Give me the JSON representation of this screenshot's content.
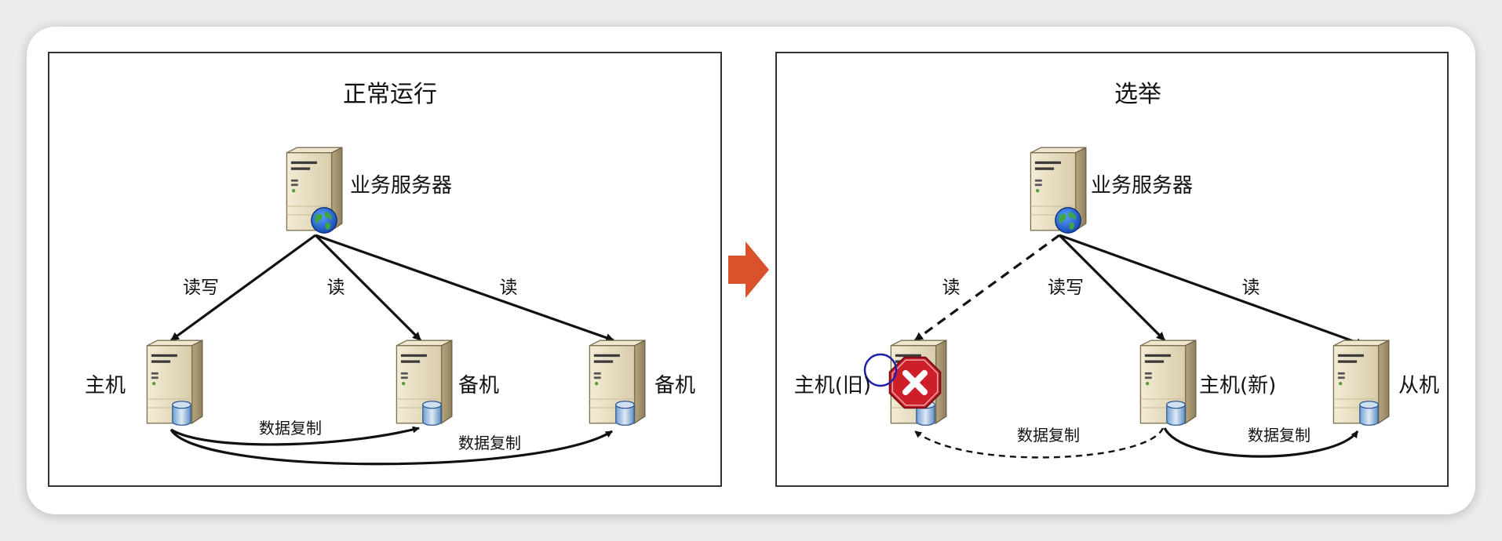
{
  "colors": {
    "arrow": "#111111",
    "transition_arrow": "#d9522b",
    "error_badge": "#cc1f2a",
    "highlight_circle": "#1f1fa8"
  },
  "left_panel": {
    "title": "正常运行",
    "server": {
      "label": "业务服务器",
      "icon": "server-globe-icon"
    },
    "nodes": [
      {
        "label": "主机",
        "icon": "server-db-icon"
      },
      {
        "label": "备机",
        "icon": "server-db-icon"
      },
      {
        "label": "备机",
        "icon": "server-db-icon"
      }
    ],
    "edges": [
      {
        "label": "读写",
        "style": "solid"
      },
      {
        "label": "读",
        "style": "solid"
      },
      {
        "label": "读",
        "style": "solid"
      }
    ],
    "replication": [
      {
        "label": "数据复制",
        "style": "solid"
      },
      {
        "label": "数据复制",
        "style": "solid"
      }
    ]
  },
  "transition": {
    "icon": "arrow-right-icon"
  },
  "right_panel": {
    "title": "选举",
    "server": {
      "label": "业务服务器",
      "icon": "server-globe-icon"
    },
    "nodes": [
      {
        "label": "主机(旧)",
        "icon": "server-db-icon",
        "status": "failed",
        "badge_icon": "error-x-icon"
      },
      {
        "label": "主机(新)",
        "icon": "server-db-icon"
      },
      {
        "label": "从机",
        "icon": "server-db-icon"
      }
    ],
    "edges": [
      {
        "label": "读",
        "style": "dashed"
      },
      {
        "label": "读写",
        "style": "solid"
      },
      {
        "label": "读",
        "style": "solid"
      }
    ],
    "replication": [
      {
        "label": "数据复制",
        "style": "dashed"
      },
      {
        "label": "数据复制",
        "style": "solid"
      }
    ]
  }
}
